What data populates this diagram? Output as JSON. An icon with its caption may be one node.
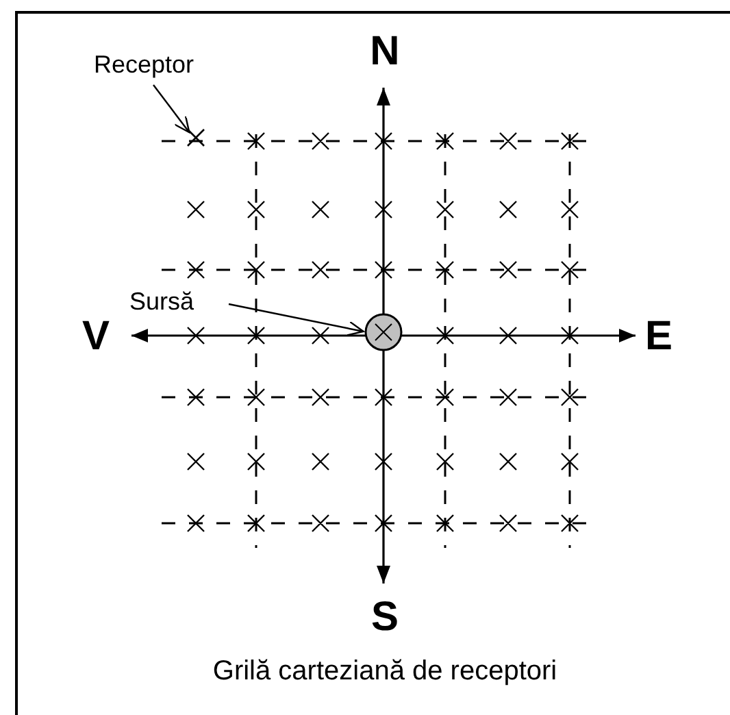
{
  "diagram": {
    "caption": "Grilă carteziană de receptori",
    "nodes": [
      {
        "text": [
          "Receptor"
        ]
      },
      {
        "text": [],
        "shape": "cross"
      },
      {
        "text": [
          "Sursă"
        ]
      },
      {
        "text": [],
        "shape": "circle"
      }
    ],
    "edges": [
      {
        "from": 0,
        "to": 1,
        "arrow": "to"
      },
      {
        "from": 2,
        "to": 3,
        "arrow": "to"
      }
    ],
    "labels": [
      "N",
      "V",
      "E",
      "S"
    ]
  }
}
